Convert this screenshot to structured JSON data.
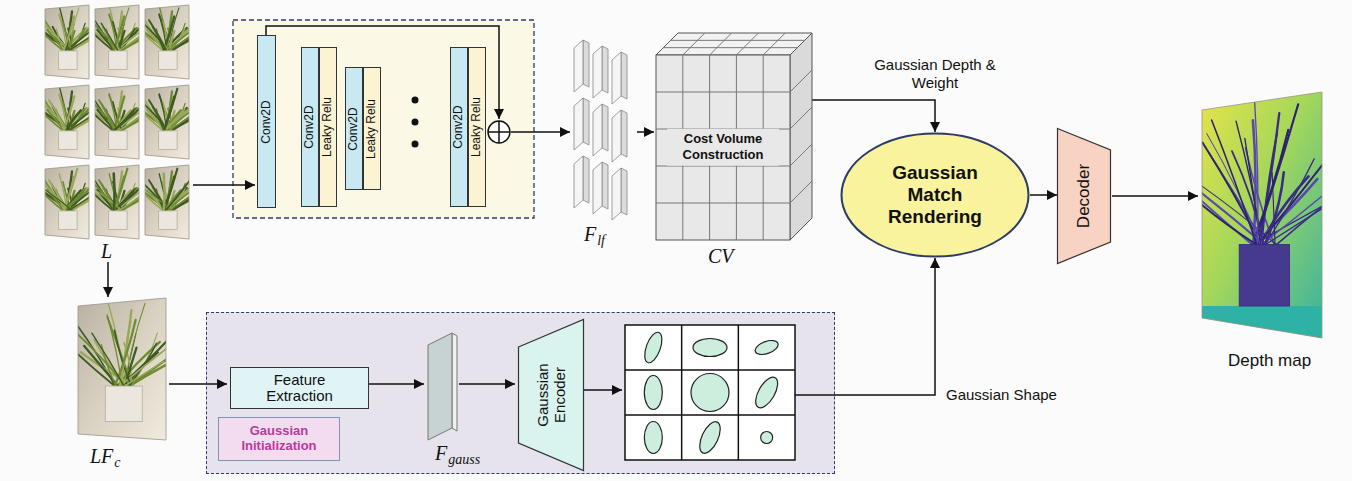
{
  "diagram": {
    "nodes": [
      {
        "text": [
          "Conv2D"
        ]
      },
      {
        "text": [
          "Conv2D"
        ]
      },
      {
        "text": [
          "Leaky Relu"
        ]
      },
      {
        "text": [
          "Conv2D"
        ]
      },
      {
        "text": [
          "Leaky Relu"
        ]
      },
      {
        "text": [
          "Conv2D"
        ]
      },
      {
        "text": [
          "Leaky Relu"
        ]
      },
      {
        "text": [
          "Cost Volume Construction"
        ]
      },
      {
        "text": [
          "Gaussian Match Rendering"
        ]
      },
      {
        "text": [
          "Decoder"
        ]
      },
      {
        "text": [
          "Gaussian Initialization"
        ]
      },
      {
        "text": [
          "Feature Extraction"
        ],
        "in": 10
      },
      {
        "text": [
          "Gaussian Encoder"
        ],
        "in": 10
      }
    ],
    "edges": [
      {
        "from": 7,
        "to": 8,
        "arrow": "to",
        "label": "Gaussian Depth & Weight"
      },
      {
        "from": 10,
        "to": 8,
        "arrow": "to",
        "label": "Gaussian Shape"
      },
      {
        "from": 8,
        "to": 9,
        "arrow": "to"
      }
    ],
    "labels": [
      "L",
      "F",
      "lf",
      "CV",
      "Depth map",
      "LF",
      "c",
      "F",
      "gauss"
    ]
  }
}
